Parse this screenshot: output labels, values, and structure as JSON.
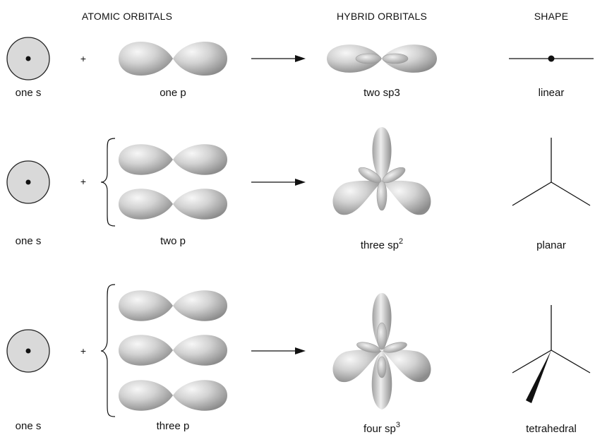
{
  "headers": {
    "atomic": "ATOMIC ORBITALS",
    "hybrid": "HYBRID ORBITALS",
    "shape": "SHAPE"
  },
  "rows": [
    {
      "s_label": "one s",
      "plus": "+",
      "p_label": "one p",
      "hybrid_label": "two sp3",
      "hybrid_sup": "",
      "shape_label": "linear"
    },
    {
      "s_label": "one s",
      "plus": "+",
      "p_label": "two p",
      "hybrid_label": "three sp",
      "hybrid_sup": "2",
      "shape_label": "planar"
    },
    {
      "s_label": "one s",
      "plus": "+",
      "p_label": "three p",
      "hybrid_label": "four sp",
      "hybrid_sup": "3",
      "shape_label": "tetrahedral"
    }
  ],
  "colors": {
    "orbital_fill": "#c8c8c8",
    "orbital_light": "#f2f2f2",
    "orbital_dark": "#8a8a8a",
    "s_fill": "#d9d9d9",
    "line": "#111111"
  }
}
